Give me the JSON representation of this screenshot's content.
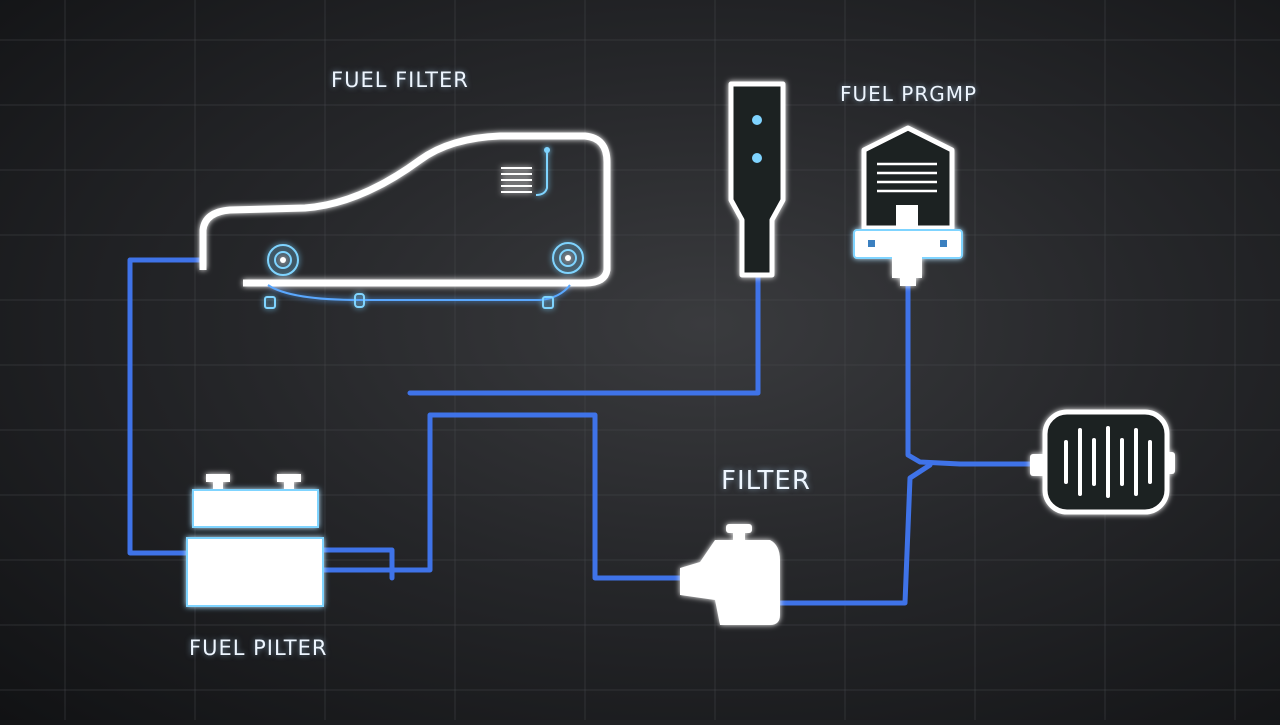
{
  "labels": {
    "top_left": "FUEL FILTER",
    "top_right": "FUEL PRGMP",
    "middle": "FILTER",
    "bottom_left": "FUEL PILTER"
  },
  "colors": {
    "pipe": "#3f73e8",
    "outline": "#ffffff",
    "glow": "#7fd4ff",
    "background": "#26272a"
  }
}
